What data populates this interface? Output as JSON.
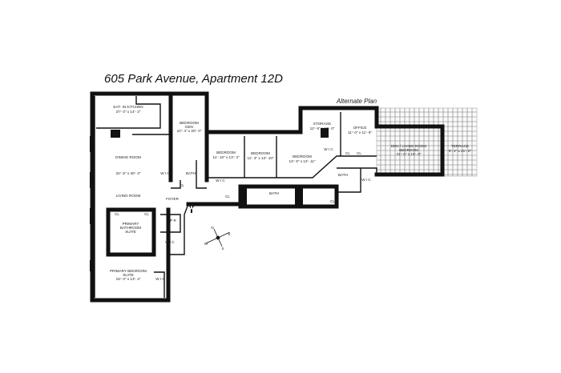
{
  "title": "605 Park Avenue, Apartment 12D",
  "alternate_plan_label": "Alternate Plan",
  "rooms": {
    "kitchen": {
      "name": "EAT- IN KITCHEN",
      "dims": "27'- 0\" x 14'- 2\""
    },
    "bedroom_den": {
      "name": "BEDROOM",
      "name2": "DEN",
      "dims": "10'- 4\" x 20'- 0\""
    },
    "dining": {
      "name": "DINING ROOM"
    },
    "dining_living_dims": "22'- 5\" x 40'- 3\"",
    "living": {
      "name": "LIVING ROOM"
    },
    "foyer": {
      "name": "FOYER"
    },
    "bedroom1": {
      "name": "BEDROOM",
      "dims": "11'- 10\" x 13'- 3\""
    },
    "bedroom2": {
      "name": "BEDROOM",
      "dims": "11'- 3\" x 13'- 10\""
    },
    "bedroom3": {
      "name": "BEDROOM",
      "dims": "13'- 9\" x 12'- 11\""
    },
    "storage": {
      "name": "STORAGE",
      "dims": "12'- 9\" x 10'- 0\""
    },
    "office": {
      "name": "OFFICE",
      "dims": "11'- 0\" x 11'- 9\""
    },
    "den_living": {
      "name": "DEN / LIVING ROOM",
      "name2": "BEDROOM",
      "dims": "21'- 0\" x 15'- 8\""
    },
    "terrace": {
      "name": "TERRACE",
      "dims": "9'- 4\" x 21'- 0\""
    },
    "primary_bath": {
      "name": "PRIMARY",
      "name2": "BATHROOM",
      "name3": "SUITE"
    },
    "primary_bed": {
      "name": "PRIMARY BEDROOM",
      "name2": "SUITE",
      "dims": "19'- 0\" x 13'- 4\""
    },
    "bath": "BATH",
    "wic": "W I C",
    "cl": "CL",
    "pr": "P R"
  },
  "compass": {
    "n": "N",
    "s": "S",
    "e": "E",
    "w": "W"
  }
}
